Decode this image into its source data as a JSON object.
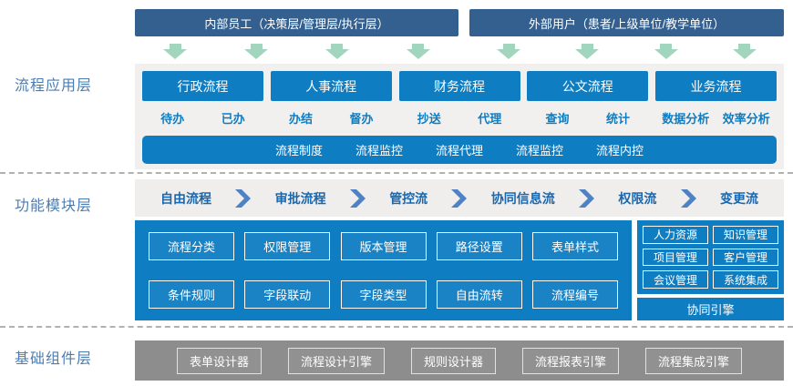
{
  "colors": {
    "user_bar_blue": "#33608f",
    "primary_blue": "#0e7dc2",
    "arrow_green": "#a2d5bd",
    "chevron_blue": "#4e82c4",
    "layer_label_blue": "#4a7db5",
    "base_gray": "#8d8d8d",
    "panel_gray": "#f1f0ee"
  },
  "layers": {
    "app": {
      "label": "流程应用层",
      "user_groups": {
        "internal": "内部员工（决策层/管理层/执行层）",
        "external": "外部用户（患者/上级单位/教学单位）"
      },
      "flow_columns": [
        {
          "box": "行政流程",
          "items": [
            "待办",
            "已办"
          ]
        },
        {
          "box": "人事流程",
          "items": [
            "办结",
            "督办"
          ]
        },
        {
          "box": "财务流程",
          "items": [
            "抄送",
            "代理"
          ]
        },
        {
          "box": "公文流程",
          "items": [
            "查询",
            "统计"
          ]
        },
        {
          "box": "业务流程",
          "items": [
            "数据分析",
            "效率分析"
          ]
        }
      ],
      "governance_bar": [
        "流程制度",
        "流程监控",
        "流程代理",
        "流程监控",
        "流程内控"
      ]
    },
    "module": {
      "label": "功能模块层",
      "flow_chain": [
        "自由流程",
        "审批流程",
        "管控流",
        "协同信息流",
        "权限流",
        "变更流"
      ],
      "module_boxes_row1": [
        "流程分类",
        "权限管理",
        "版本管理",
        "路径设置",
        "表单样式"
      ],
      "module_boxes_row2": [
        "条件规则",
        "字段联动",
        "字段类型",
        "自由流转",
        "流程编号"
      ],
      "integration_boxes": [
        "人力资源",
        "知识管理",
        "项目管理",
        "客户管理",
        "会议管理",
        "系统集成"
      ],
      "engine_bar": "协同引擎"
    },
    "base": {
      "label": "基础组件层",
      "components": [
        "表单设计器",
        "流程设计引擎",
        "规则设计器",
        "流程报表引擎",
        "流程集成引擎"
      ]
    }
  }
}
